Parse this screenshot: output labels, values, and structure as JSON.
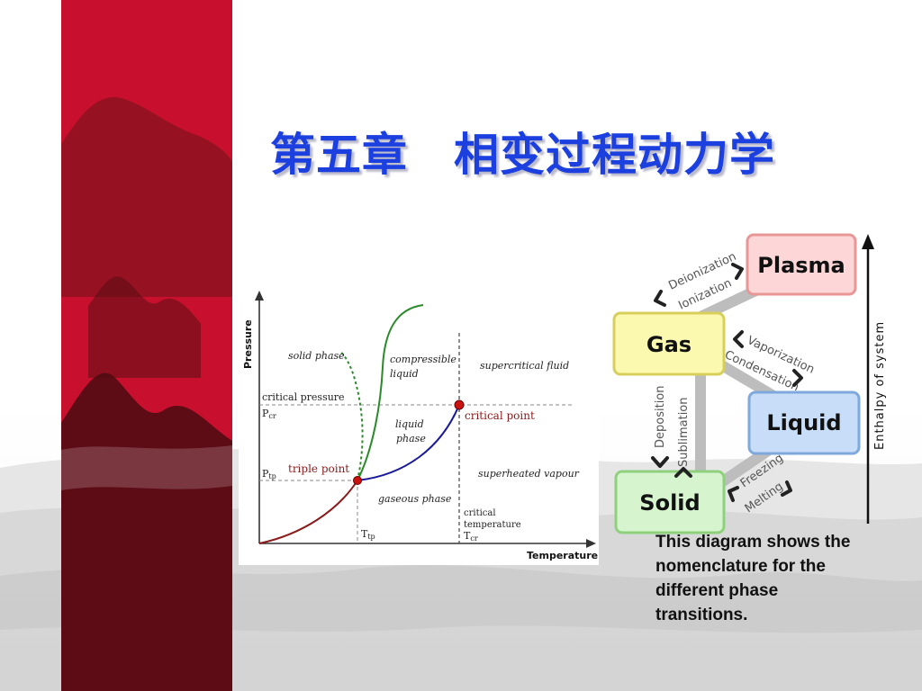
{
  "slide": {
    "title": "第五章　相变过程动力学",
    "caption": "This diagram shows the nomenclature for the different phase transitions."
  },
  "phase_diagram": {
    "axes": {
      "y": "Pressure",
      "x": "Temperature"
    },
    "regions": {
      "solid": "solid phase",
      "compressible_1": "compressible",
      "compressible_2": "liquid",
      "supercritical": "supercritical fluid",
      "liquid_1": "liquid",
      "liquid_2": "phase",
      "superheated": "superheated vapour",
      "gaseous": "gaseous phase"
    },
    "labels": {
      "critical_pressure": "critical pressure",
      "pcr_main": "P",
      "pcr_sub": "cr",
      "critical_point": "critical point",
      "triple_point": "triple point",
      "ptp_main": "P",
      "ptp_sub": "tp",
      "ttp_main": "T",
      "ttp_sub": "tp",
      "crit_temp_1": "critical",
      "crit_temp_2": "temperature",
      "tcr_main": "T",
      "tcr_sub": "cr"
    },
    "colors": {
      "melting": "#2a8a2a",
      "sublimation": "#8b1a1a",
      "vaporization": "#1a1a99",
      "point": "#cc1111"
    }
  },
  "transitions_diagram": {
    "states": {
      "plasma": "Plasma",
      "gas": "Gas",
      "liquid": "Liquid",
      "solid": "Solid"
    },
    "transitions": {
      "deionization": "Deionization",
      "ionization": "Ionization",
      "vaporization": "Vaporization",
      "condensation": "Condensation",
      "deposition": "Deposition",
      "sublimation": "Sublimation",
      "freezing": "Freezing",
      "melting": "Melting"
    },
    "axis_label": "Enthalpy of system",
    "colors": {
      "plasma_fill": "#fdd7d7",
      "plasma_stroke": "#e89696",
      "gas_fill": "#fbf8b0",
      "gas_stroke": "#d8cf5a",
      "liquid_fill": "#c8def8",
      "liquid_stroke": "#7fa8dc",
      "solid_fill": "#d6f5cf",
      "solid_stroke": "#8fd07c"
    }
  }
}
